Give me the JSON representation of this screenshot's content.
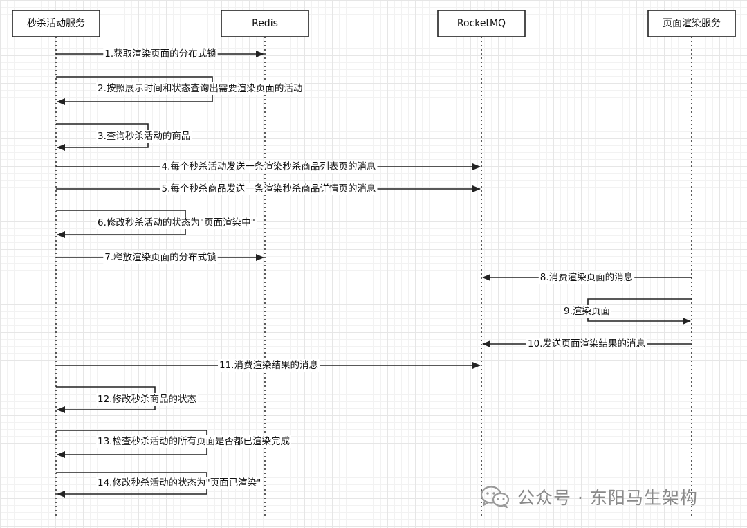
{
  "actors": [
    {
      "id": "seckill",
      "label": "秒杀活动服务"
    },
    {
      "id": "redis",
      "label": "Redis"
    },
    {
      "id": "mq",
      "label": "RocketMQ"
    },
    {
      "id": "render",
      "label": "页面渲染服务"
    }
  ],
  "messages": [
    {
      "n": 1,
      "from": "seckill",
      "to": "redis",
      "label": "1.获取渲染页面的分布式锁"
    },
    {
      "n": 2,
      "from": "seckill",
      "to": "seckill",
      "label": "2.按照展示时间和状态查询出需要渲染页面的活动"
    },
    {
      "n": 3,
      "from": "seckill",
      "to": "seckill",
      "label": "3.查询秒杀活动的商品"
    },
    {
      "n": 4,
      "from": "seckill",
      "to": "mq",
      "label": "4.每个秒杀活动发送一条渲染秒杀商品列表页的消息"
    },
    {
      "n": 5,
      "from": "seckill",
      "to": "mq",
      "label": "5.每个秒杀商品发送一条渲染秒杀商品详情页的消息"
    },
    {
      "n": 6,
      "from": "seckill",
      "to": "seckill",
      "label": "6.修改秒杀活动的状态为\"页面渲染中\""
    },
    {
      "n": 7,
      "from": "seckill",
      "to": "redis",
      "label": "7.释放渲染页面的分布式锁"
    },
    {
      "n": 8,
      "from": "render",
      "to": "mq",
      "label": "8.消费渲染页面的消息"
    },
    {
      "n": 9,
      "from": "render",
      "to": "render",
      "label": "9.渲染页面"
    },
    {
      "n": 10,
      "from": "render",
      "to": "mq",
      "label": "10.发送页面渲染结果的消息"
    },
    {
      "n": 11,
      "from": "seckill",
      "to": "mq",
      "label": "11.消费渲染结果的消息"
    },
    {
      "n": 12,
      "from": "seckill",
      "to": "seckill",
      "label": "12.修改秒杀商品的状态"
    },
    {
      "n": 13,
      "from": "seckill",
      "to": "seckill",
      "label": "13.检查秒杀活动的所有页面是否都已渲染完成"
    },
    {
      "n": 14,
      "from": "seckill",
      "to": "seckill",
      "label": "14.修改秒杀活动的状态为\"页面已渲染\""
    }
  ],
  "watermark": {
    "text": "公众号 · 东阳马生架构",
    "icon": "wechat-icon"
  }
}
